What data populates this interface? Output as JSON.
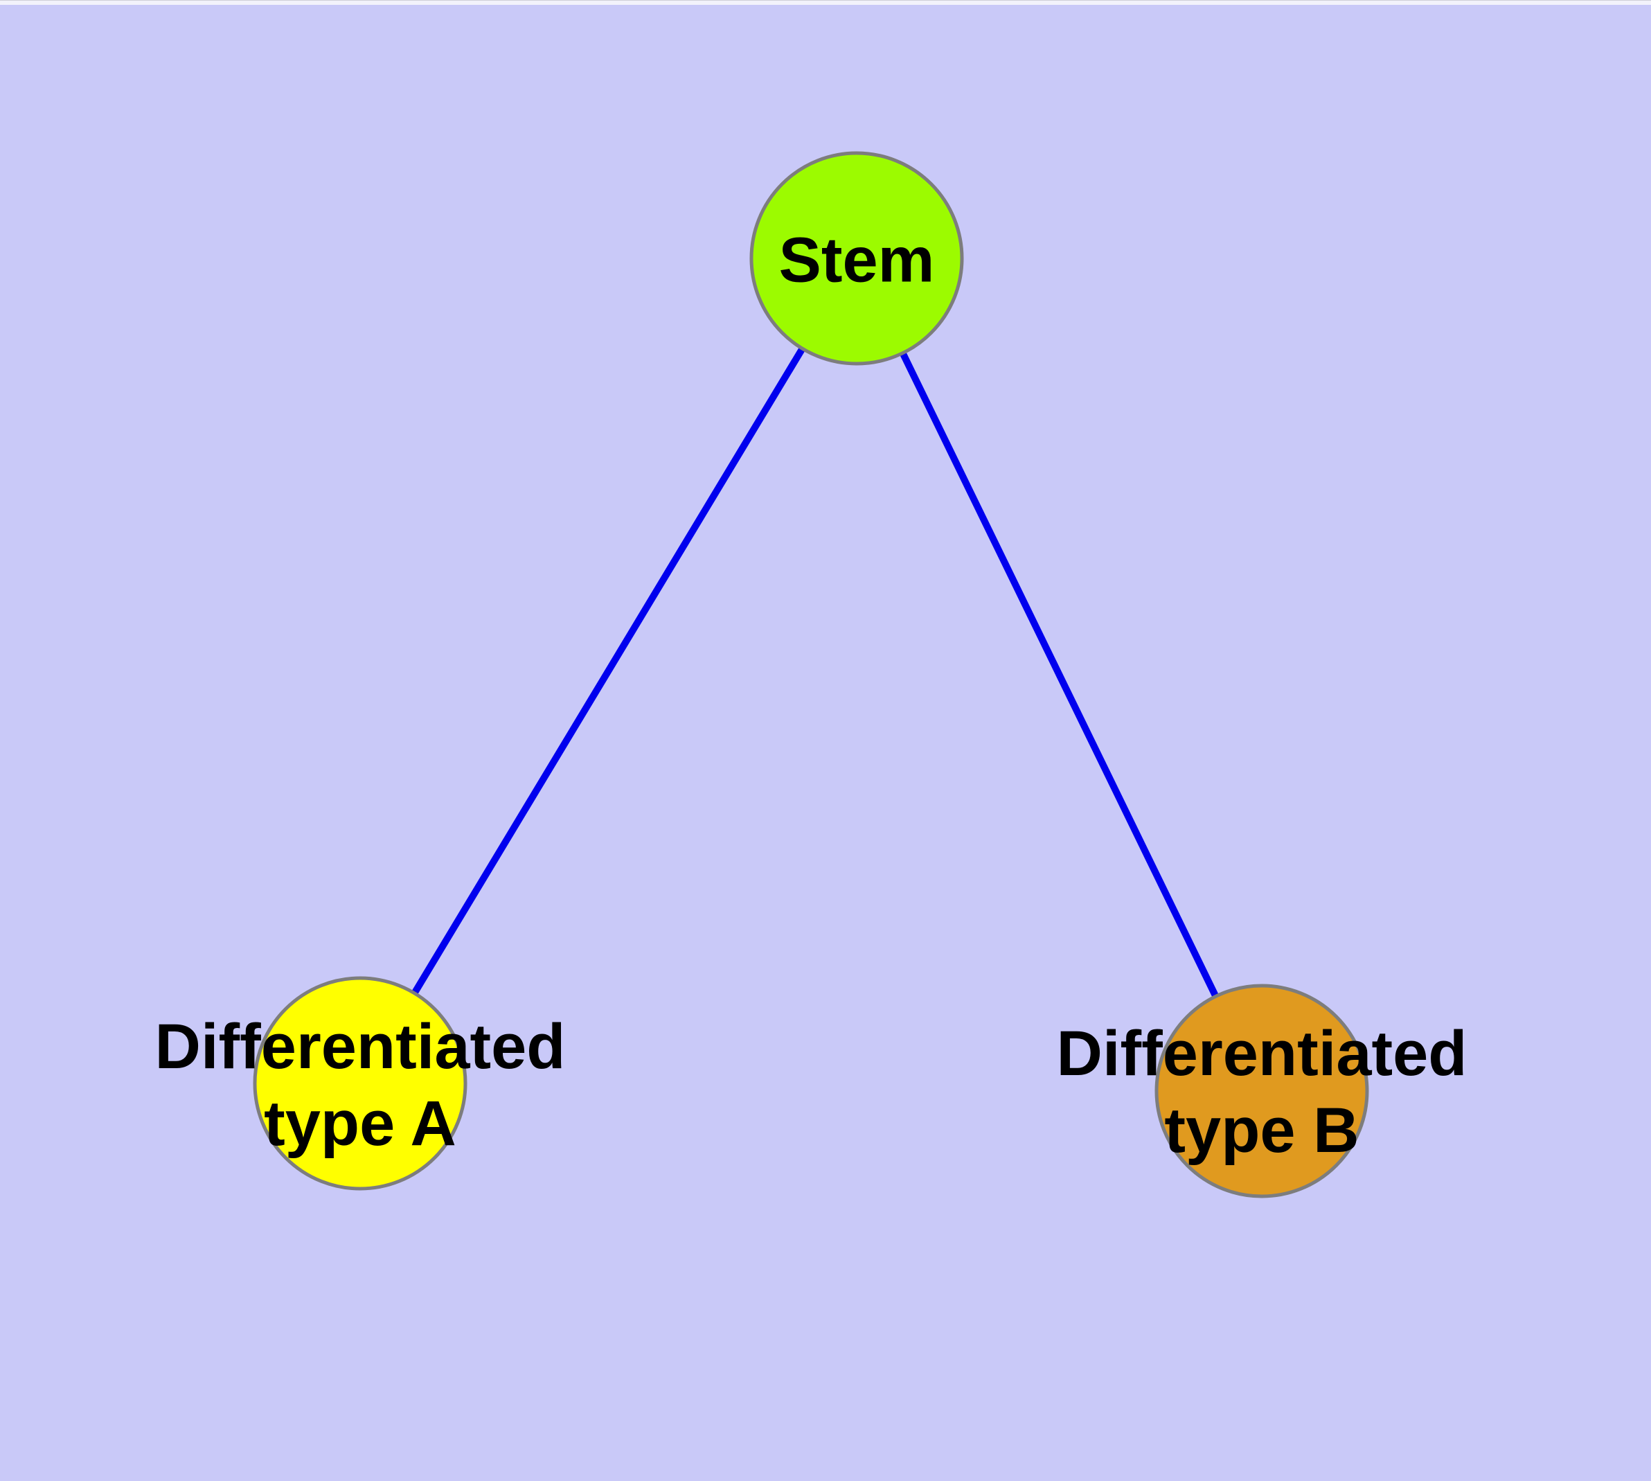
{
  "diagram": {
    "type": "node-link-graph",
    "background_color": "#C9C9F8",
    "edge_color": "#0000EE",
    "label_color": "#000000",
    "nodes": [
      {
        "id": "stem",
        "label_lines": [
          "Stem"
        ],
        "fill": "#9CFB00",
        "border": "#7D7D7D"
      },
      {
        "id": "differentiated-type-a",
        "label_lines": [
          "Differentiated",
          "type A"
        ],
        "fill": "#FFFF00",
        "border": "#7D7D7D"
      },
      {
        "id": "differentiated-type-b",
        "label_lines": [
          "Differentiated",
          "type B"
        ],
        "fill": "#E09A1F",
        "border": "#7D7D7D"
      }
    ],
    "edges": [
      {
        "from": "stem",
        "to": "differentiated-type-a"
      },
      {
        "from": "stem",
        "to": "differentiated-type-b"
      }
    ]
  }
}
